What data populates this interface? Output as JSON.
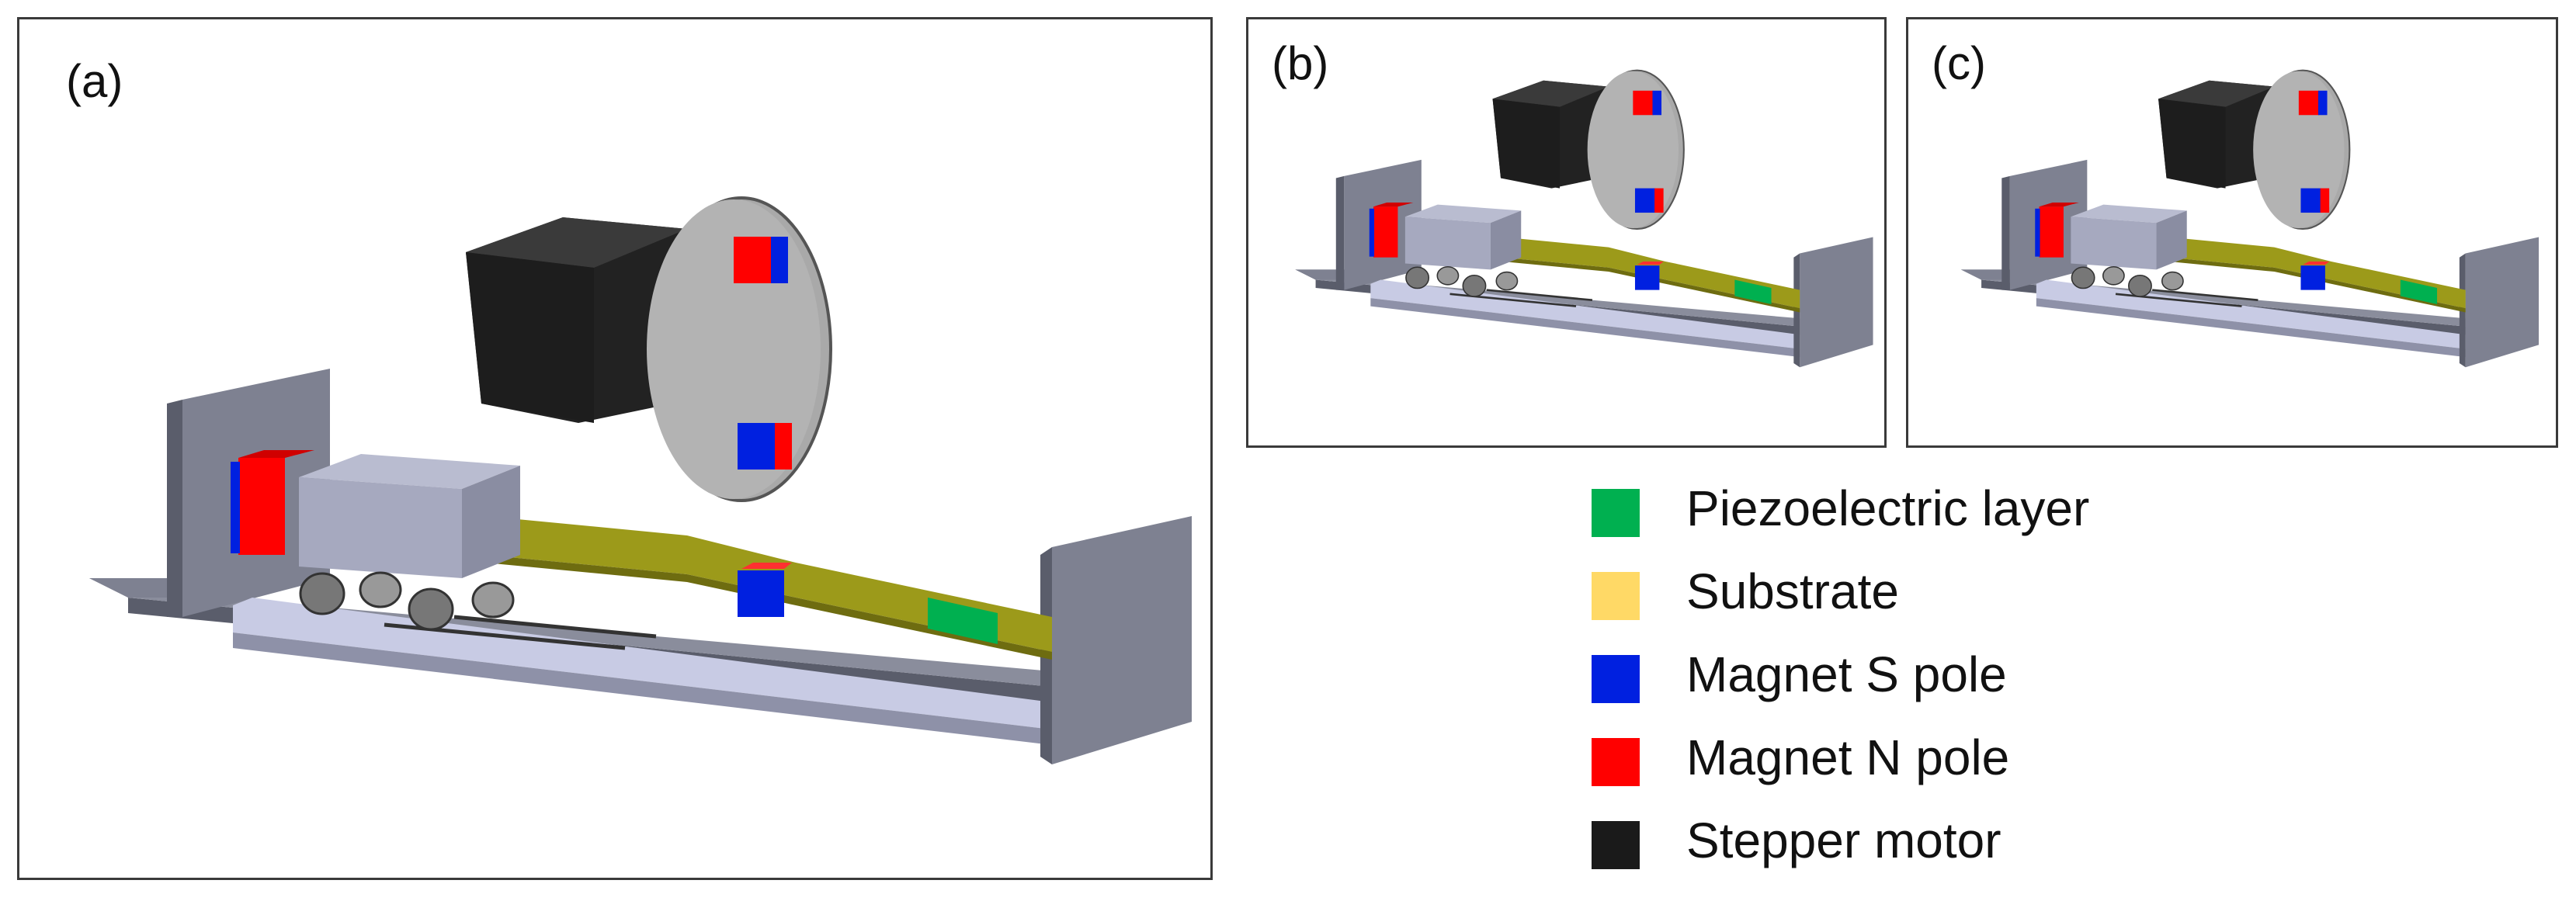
{
  "panels": [
    {
      "label": "(a)"
    },
    {
      "label": "(b)"
    },
    {
      "label": "(c)"
    }
  ],
  "legend": [
    {
      "label": "Piezoelectric layer",
      "color": "#00b050"
    },
    {
      "label": "Substrate",
      "color": "#ffd966"
    },
    {
      "label": "Magnet S pole",
      "color": "#0020e0"
    },
    {
      "label": "Magnet N pole",
      "color": "#ff0000"
    },
    {
      "label": "Stepper motor",
      "color": "#1a1a1a"
    }
  ],
  "colors": {
    "frame": "#7e8191",
    "frame_dark": "#5a5d6b",
    "rail": "#c8cbe4",
    "beam": "#9c9a1a",
    "disk": "#a9a9a9",
    "motor": "#1d1d1d"
  }
}
